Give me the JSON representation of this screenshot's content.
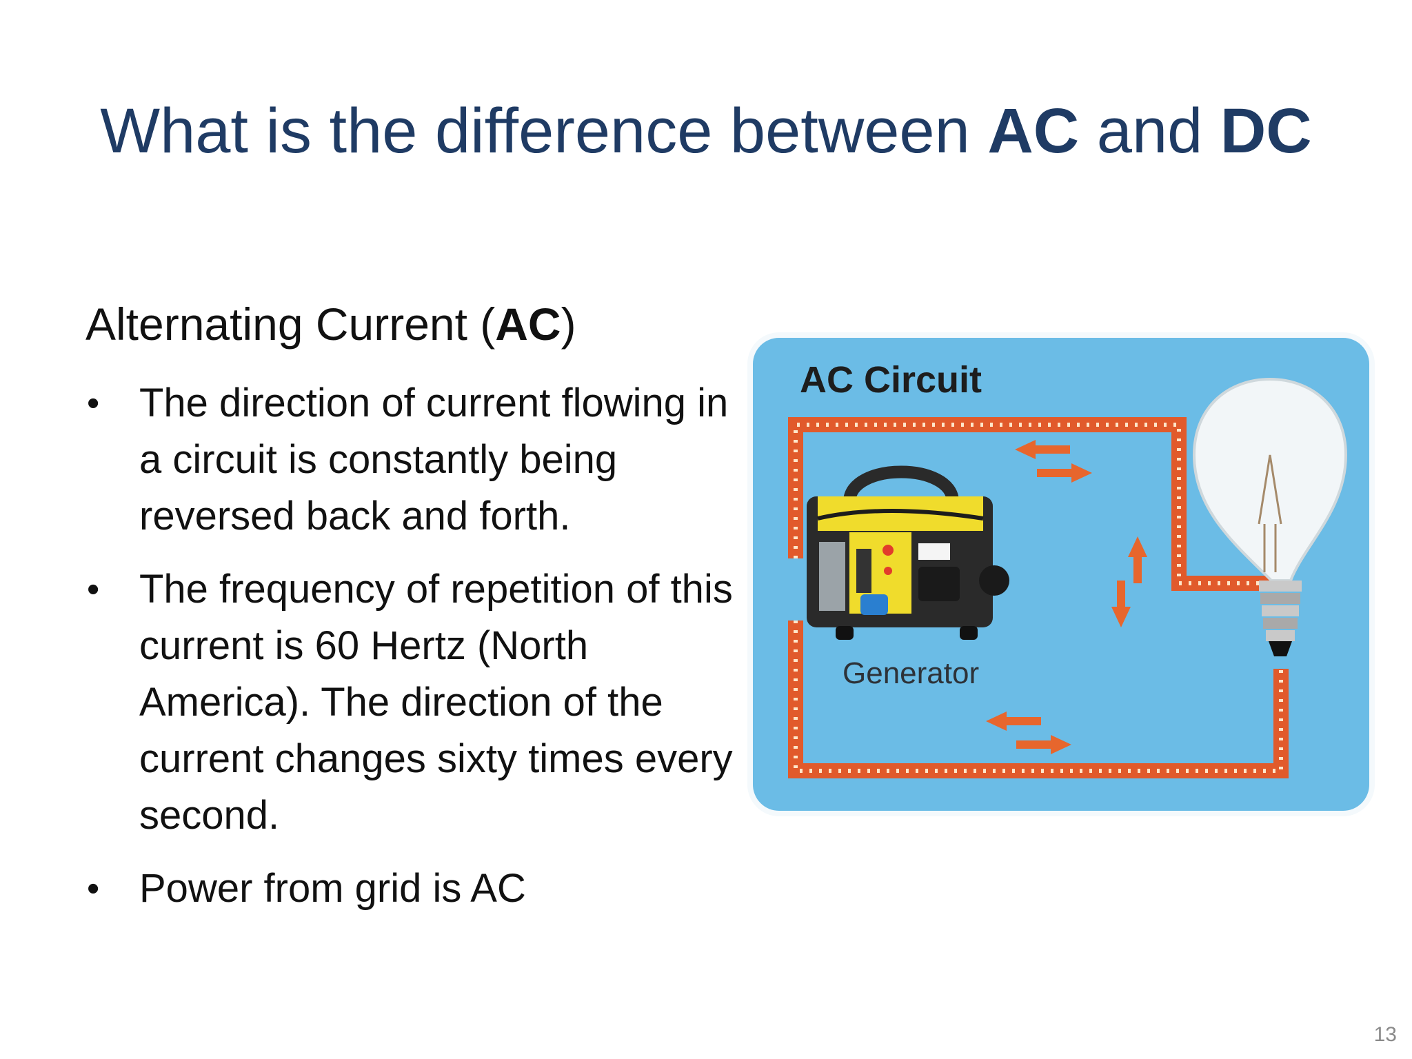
{
  "slide": {
    "title_prefix": "What is the difference between ",
    "title_ac": "AC",
    "title_mid": " and ",
    "title_dc": "DC",
    "page_number": "13"
  },
  "section": {
    "heading_prefix": "Alternating Current (",
    "heading_ac": "AC",
    "heading_suffix": ")"
  },
  "bullets": [
    {
      "text": " The direction of current flowing in a circuit is constantly being reversed back and forth."
    },
    {
      "text": "The frequency of repetition of this current is 60 Hertz (North America). The direction of the current changes sixty times every second."
    },
    {
      "text": "Power from grid is AC"
    }
  ],
  "bullet_symbol": "•",
  "figure": {
    "title": "AC Circuit",
    "generator_label": "Generator",
    "colors": {
      "panel": "#6bbce6",
      "wire": "#e15a2b",
      "wire_dots": "#ffe6c9",
      "generator_body": "#f0dc2c",
      "arrow": "#e7662d"
    },
    "icons": [
      "generator-icon",
      "light-bulb-icon",
      "double-arrow-icon"
    ]
  },
  "colors": {
    "title": "#1f3b64",
    "text": "#111111"
  }
}
